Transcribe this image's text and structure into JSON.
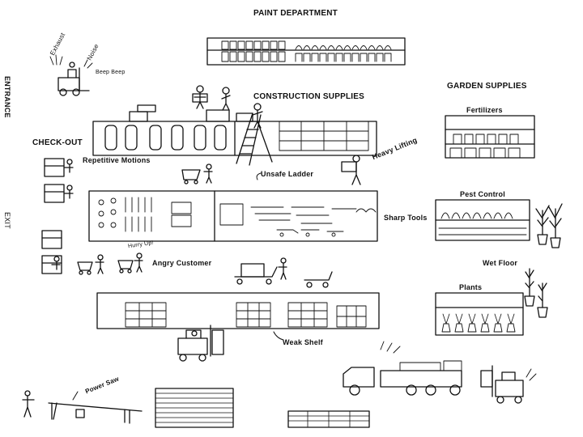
{
  "labels": {
    "paint_department": "PAINT DEPARTMENT",
    "construction_supplies": "CONSTRUCTION SUPPLIES",
    "garden_supplies": "GARDEN SUPPLIES",
    "fertilizers": "Fertilizers",
    "pest_control": "Pest Control",
    "wet_floor": "Wet Floor",
    "plants": "Plants",
    "check_out": "CHECK-OUT",
    "entrance": "ENTRANCE",
    "exit": "EXIT",
    "exhaust": "Exhaust",
    "noise": "Noise",
    "beep_beep": "Beep Beep",
    "repetitive_motions": "Repetitive Motions",
    "unsafe_ladder": "Unsafe Ladder",
    "heavy_lifting": "Heavy Lifting",
    "sharp_tools": "Sharp Tools",
    "hurry_up": "Hurry Up!",
    "angry_customer": "Angry Customer",
    "weak_shelf": "Weak Shelf",
    "power_saw": "Power Saw"
  }
}
